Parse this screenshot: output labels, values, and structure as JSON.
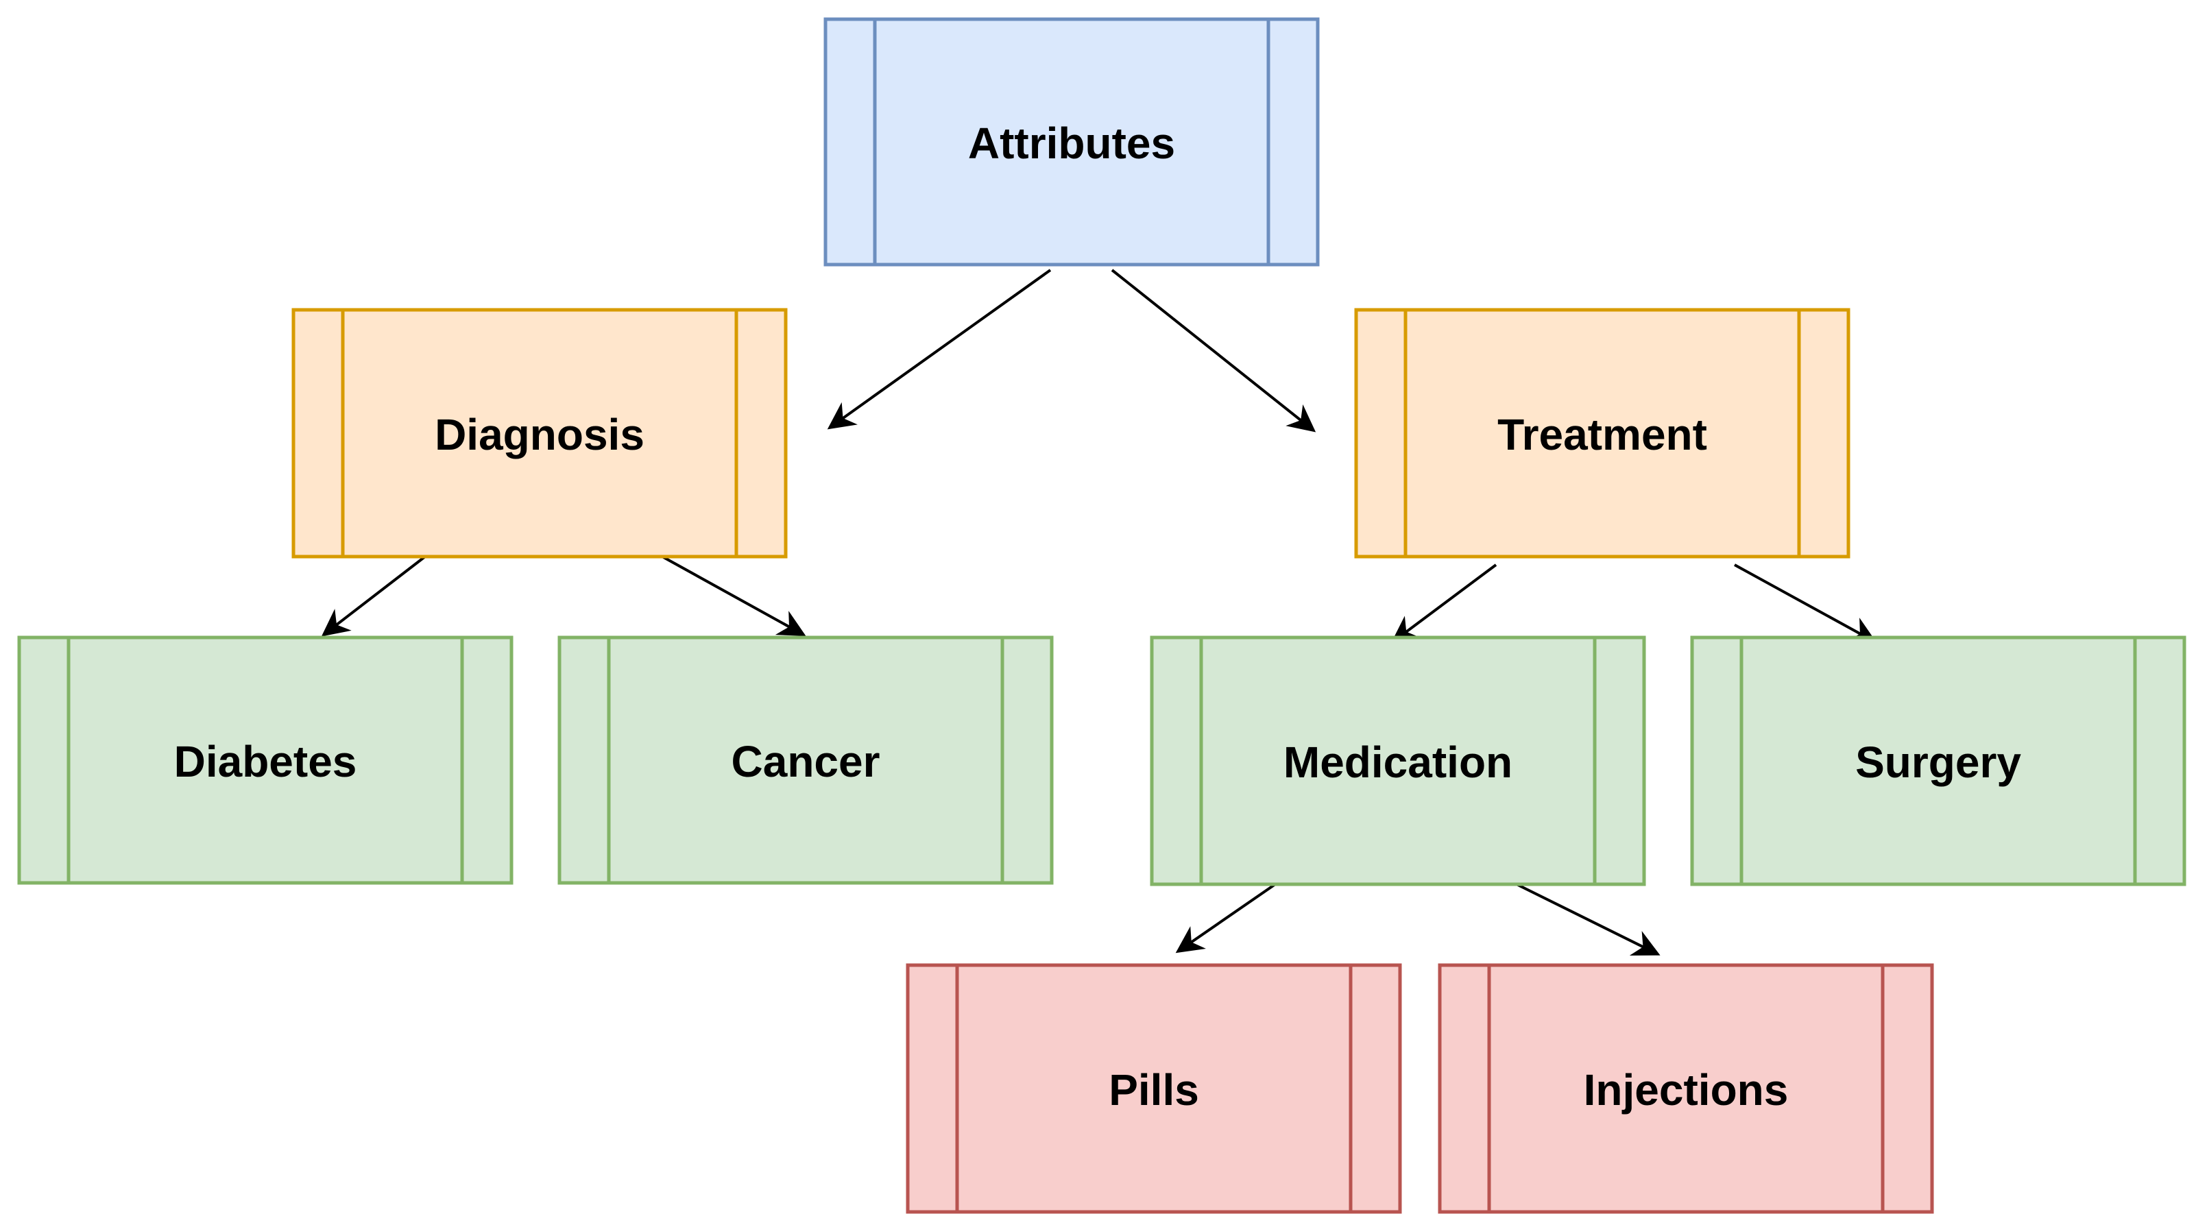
{
  "nodes": {
    "attributes": {
      "label": "Attributes",
      "fill": "#dae8fc",
      "stroke": "#6c8ebf"
    },
    "diagnosis": {
      "label": "Diagnosis",
      "fill": "#ffe6cc",
      "stroke": "#d79b00"
    },
    "treatment": {
      "label": "Treatment",
      "fill": "#ffe6cc",
      "stroke": "#d79b00"
    },
    "diabetes": {
      "label": "Diabetes",
      "fill": "#d5e8d4",
      "stroke": "#82b366"
    },
    "cancer": {
      "label": "Cancer",
      "fill": "#d5e8d4",
      "stroke": "#82b366"
    },
    "medication": {
      "label": "Medication",
      "fill": "#d5e8d4",
      "stroke": "#82b366"
    },
    "surgery": {
      "label": "Surgery",
      "fill": "#d5e8d4",
      "stroke": "#82b366"
    },
    "pills": {
      "label": "Pills",
      "fill": "#f8cecc",
      "stroke": "#b85450"
    },
    "injections": {
      "label": "Injections",
      "fill": "#f8cecc",
      "stroke": "#b85450"
    }
  },
  "edges": [
    {
      "from": "attributes",
      "to": "diagnosis"
    },
    {
      "from": "attributes",
      "to": "treatment"
    },
    {
      "from": "diagnosis",
      "to": "diabetes"
    },
    {
      "from": "diagnosis",
      "to": "cancer"
    },
    {
      "from": "treatment",
      "to": "medication"
    },
    {
      "from": "treatment",
      "to": "surgery"
    },
    {
      "from": "medication",
      "to": "pills"
    },
    {
      "from": "medication",
      "to": "injections"
    }
  ]
}
